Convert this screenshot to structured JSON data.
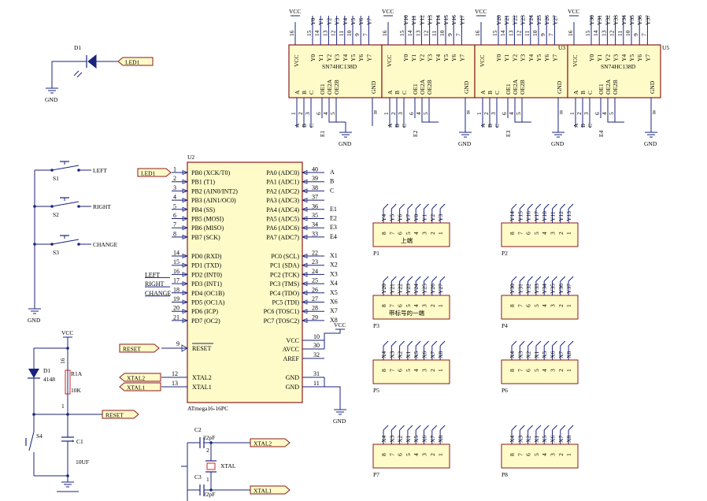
{
  "u2": {
    "ref": "U2",
    "part": "ATmega16-16PC",
    "left_pins": [
      {
        "num": "1",
        "name": "PB0 (XCK/T0)",
        "net": "LED1"
      },
      {
        "num": "2",
        "name": "PB1 (T1)",
        "net": ""
      },
      {
        "num": "3",
        "name": "PB2 (AIN0/INT2)",
        "net": ""
      },
      {
        "num": "4",
        "name": "PB3 (AIN1/OC0)",
        "net": ""
      },
      {
        "num": "5",
        "name": "PB4 (SS)",
        "net": ""
      },
      {
        "num": "6",
        "name": "PB5 (MOSI)",
        "net": ""
      },
      {
        "num": "7",
        "name": "PB6 (MISO)",
        "net": ""
      },
      {
        "num": "8",
        "name": "PB7 (SCK)",
        "net": ""
      },
      {
        "num": "14",
        "name": "PD0 (RXD)",
        "net": ""
      },
      {
        "num": "15",
        "name": "PD1 (TXD)",
        "net": ""
      },
      {
        "num": "16",
        "name": "PD2 (INT0)",
        "net": "LEFT"
      },
      {
        "num": "17",
        "name": "PD3 (INT1)",
        "net": "RIGHT"
      },
      {
        "num": "18",
        "name": "PD4 (OC1B)",
        "net": "CHANGE"
      },
      {
        "num": "19",
        "name": "PD5 (OC1A)",
        "net": ""
      },
      {
        "num": "20",
        "name": "PD6 (ICP)",
        "net": ""
      },
      {
        "num": "21",
        "name": "PD7 (OC2)",
        "net": ""
      }
    ],
    "right_pins": [
      {
        "num": "40",
        "name": "PA0 (ADC0)",
        "net": "A"
      },
      {
        "num": "39",
        "name": "PA1 (ADC1)",
        "net": "B"
      },
      {
        "num": "38",
        "name": "PA2 (ADC2)",
        "net": "C"
      },
      {
        "num": "37",
        "name": "PA3 (ADC3)",
        "net": ""
      },
      {
        "num": "36",
        "name": "PA4 (ADC4)",
        "net": "E1"
      },
      {
        "num": "35",
        "name": "PA5 (ADC5)",
        "net": "E2"
      },
      {
        "num": "34",
        "name": "PA6 (ADC6)",
        "net": "E3"
      },
      {
        "num": "33",
        "name": "PA7 (ADC7)",
        "net": "E4"
      },
      {
        "num": "22",
        "name": "PC0 (SCL)",
        "net": "X1"
      },
      {
        "num": "23",
        "name": "PC1 (SDA)",
        "net": "X2"
      },
      {
        "num": "24",
        "name": "PC2 (TCK)",
        "net": "X3"
      },
      {
        "num": "25",
        "name": "PC3 (TMS)",
        "net": "X4"
      },
      {
        "num": "26",
        "name": "PC4 (TDO)",
        "net": "X5"
      },
      {
        "num": "27",
        "name": "PC5 (TDI)",
        "net": "X6"
      },
      {
        "num": "28",
        "name": "PC6 (TOSC1)",
        "net": "X7"
      },
      {
        "num": "29",
        "name": "PC7 (TOSC2)",
        "net": "X8"
      }
    ],
    "reset_pin": {
      "num": "9",
      "name": "RESET"
    },
    "power_pins": [
      {
        "num": "10",
        "name": "VCC"
      },
      {
        "num": "30",
        "name": "AVCC"
      },
      {
        "num": "32",
        "name": "AREF"
      }
    ],
    "xtal_pins": [
      {
        "num": "12",
        "name": "XTAL2"
      },
      {
        "num": "13",
        "name": "XTAL1"
      }
    ],
    "gnd_pins": [
      {
        "num": "31",
        "name": "GND"
      },
      {
        "num": "11",
        "name": "GND"
      }
    ]
  },
  "decoders": [
    {
      "ref": "",
      "part": "SN74HC138D",
      "outputs": [
        "Y0",
        "Y1",
        "Y2",
        "Y3",
        "Y4",
        "Y5",
        "Y6",
        "Y7"
      ],
      "enable": "E1"
    },
    {
      "ref": "",
      "part": "",
      "outputs": [
        "Y10",
        "Y11",
        "Y12",
        "Y13",
        "Y14",
        "Y15",
        "Y16",
        "Y17"
      ],
      "enable": "E2"
    },
    {
      "ref": "U3",
      "part": "",
      "outputs": [
        "Y20",
        "Y21",
        "Y22",
        "Y23",
        "Y24",
        "Y25",
        "Y26",
        "Y27"
      ],
      "enable": "E3"
    },
    {
      "ref": "U5",
      "part": "SN74HC138D",
      "outputs": [
        "Y30",
        "Y31",
        "Y32",
        "Y33",
        "Y34",
        "Y35",
        "Y36",
        "Y37"
      ],
      "enable": "E4"
    }
  ],
  "decoder_pins": {
    "top_outputs": [
      "15",
      "14",
      "13",
      "12",
      "11",
      "10",
      "9",
      "7"
    ],
    "vcc_num": "16",
    "inputs": [
      {
        "num": "1",
        "name": "A"
      },
      {
        "num": "2",
        "name": "B"
      },
      {
        "num": "3",
        "name": "C"
      }
    ],
    "enables": [
      {
        "num": "6",
        "name": "OE1"
      },
      {
        "num": "4",
        "name": "OE2A"
      },
      {
        "num": "5",
        "name": "OE2B"
      }
    ],
    "gnd_num": "8",
    "vcc_name": "VCC",
    "gnd_name": "GND"
  },
  "connectors": [
    {
      "ref": "P1",
      "nets": [
        "Y4",
        "Y5",
        "Y6",
        "Y7",
        "Y0",
        "Y1",
        "Y2",
        "Y3"
      ],
      "note": "上端"
    },
    {
      "ref": "P2",
      "nets": [
        "Y14",
        "Y15",
        "Y16",
        "Y17",
        "Y10",
        "Y11",
        "Y12",
        "Y13"
      ],
      "note": ""
    },
    {
      "ref": "P3",
      "nets": [
        "Y20",
        "Y21",
        "Y22",
        "Y23",
        "Y24",
        "Y25",
        "Y26",
        "Y27"
      ],
      "note": "带标号的一端"
    },
    {
      "ref": "P4",
      "nets": [
        "Y30",
        "Y31",
        "Y32",
        "Y33",
        "Y34",
        "Y35",
        "Y36",
        "Y37"
      ],
      "note": ""
    },
    {
      "ref": "P5",
      "nets": [
        "X4",
        "X3",
        "X2",
        "X1",
        "X5",
        "X6",
        "X7",
        "X8"
      ],
      "note": ""
    },
    {
      "ref": "P6",
      "nets": [
        "X4",
        "X3",
        "X2",
        "X1",
        "X5",
        "X6",
        "X7",
        "X8"
      ],
      "note": ""
    },
    {
      "ref": "P7",
      "nets": [
        "X4",
        "X3",
        "X2",
        "X1",
        "X5",
        "X6",
        "X7",
        "X8"
      ],
      "note": ""
    },
    {
      "ref": "P8",
      "nets": [
        "X4",
        "X3",
        "X2",
        "X1",
        "X5",
        "X6",
        "X7",
        "X8"
      ],
      "note": ""
    }
  ],
  "connector_pin_numbers": [
    "8",
    "7",
    "6",
    "5",
    "4",
    "3",
    "2",
    "1"
  ],
  "led": {
    "ref": "D1",
    "net": "LED1"
  },
  "switches": [
    {
      "ref": "S1",
      "label": "LEFT"
    },
    {
      "ref": "S2",
      "label": "RIGHT"
    },
    {
      "ref": "S3",
      "label": "CHANGE"
    }
  ],
  "reset_circuit": {
    "diode_ref": "D1",
    "diode_part": "4148",
    "resistor_ref": "R1A",
    "resistor_value": "10K",
    "capacitor_ref": "C1",
    "capacitor_value": "10UF",
    "switch_ref": "S4",
    "pin_top": "16",
    "pin_bottom": "1",
    "net": "RESET"
  },
  "crystal": {
    "c2_ref": "C2",
    "c2_value": "22pF",
    "c3_ref": "C3",
    "c3_value": "22pF",
    "xtal_ref": "XTAL",
    "pin1": "1",
    "pin2": "2",
    "nets": [
      "XTAL2",
      "XTAL1"
    ]
  },
  "power_labels": {
    "vcc": "VCC",
    "gnd": "GND"
  },
  "colors": {
    "wire": "#1a237e",
    "ic_outline": "#8b1a1a",
    "ic_fill": "#fffbc8"
  }
}
